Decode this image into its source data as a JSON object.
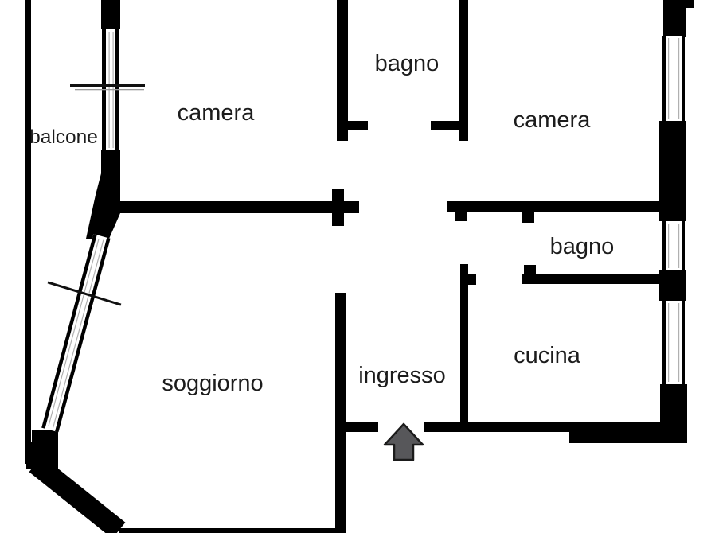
{
  "floor_plan": {
    "labels": {
      "balcone": "balcone",
      "camera_top_left": "camera",
      "bagno_top": "bagno",
      "camera_top_right": "camera",
      "bagno_right": "bagno",
      "soggiorno": "soggiorno",
      "ingresso": "ingresso",
      "cucina": "cucina"
    },
    "entrance_arrow": {
      "icon": "arrow-up-icon",
      "fill": "#57575a",
      "stroke": "#1b1b1b"
    },
    "colors": {
      "background": "#ffffff",
      "wall": "#000000",
      "window_track_line": "#b0b0b0",
      "dimension_line": "#111111"
    }
  }
}
